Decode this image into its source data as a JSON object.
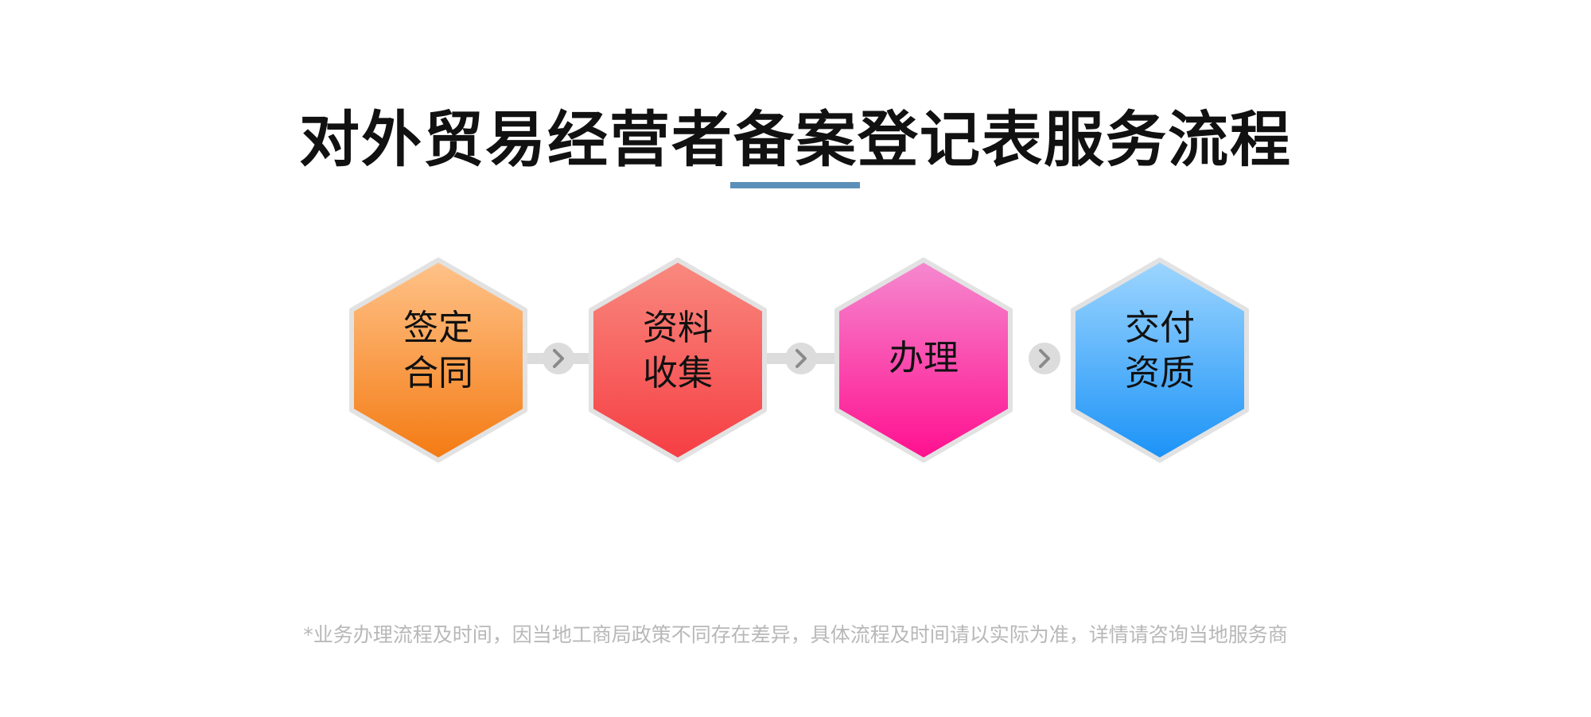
{
  "title": "对外贸易经营者备案登记表服务流程",
  "colors": {
    "underline": "#5b8fb9",
    "connector": "#dcdcdc",
    "hex_border": "#e2e2e2",
    "arrow_icon": "#8a8a8a"
  },
  "steps": [
    {
      "lines": [
        "签定",
        "合同"
      ],
      "gradient_top": "#ffc38a",
      "gradient_bottom": "#f47a12"
    },
    {
      "lines": [
        "资料",
        "收集"
      ],
      "gradient_top": "#f98a7f",
      "gradient_bottom": "#f63d43"
    },
    {
      "lines": [
        "办理"
      ],
      "gradient_top": "#f58ad0",
      "gradient_bottom": "#ff0f8f"
    },
    {
      "lines": [
        "交付",
        "资质"
      ],
      "gradient_top": "#9ed6ff",
      "gradient_bottom": "#1a92f7"
    }
  ],
  "arrow_icon_name": "chevron-right-icon",
  "footnote": "*业务办理流程及时间，因当地工商局政策不同存在差异，具体流程及时间请以实际为准，详情请咨询当地服务商"
}
